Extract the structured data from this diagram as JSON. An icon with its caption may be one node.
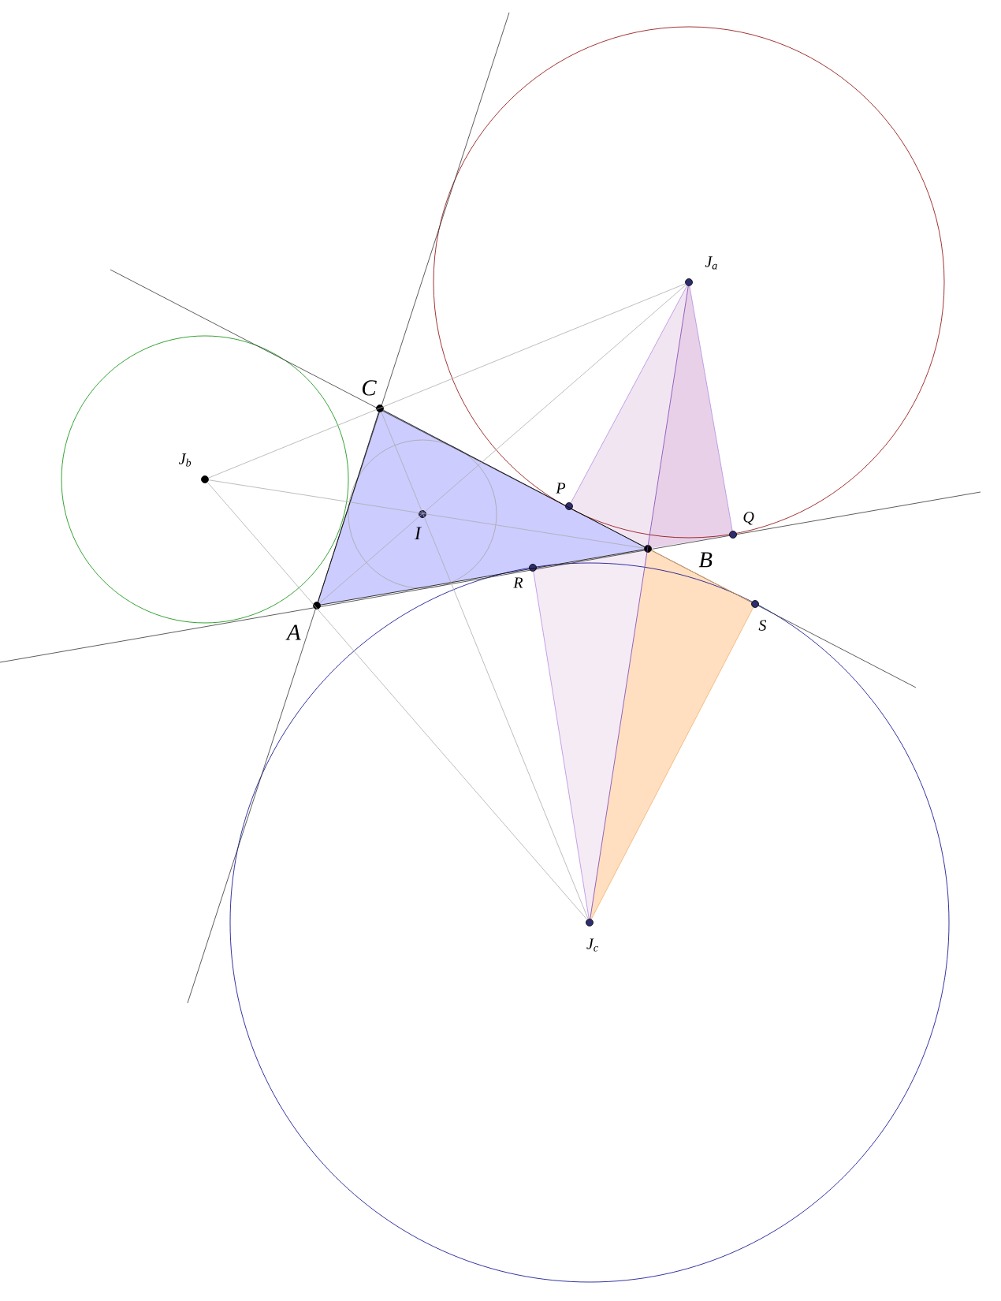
{
  "diagram": {
    "nodes": [
      {
        "text": [
          "A"
        ]
      },
      {
        "text": [
          "B"
        ]
      },
      {
        "text": [
          "C"
        ]
      },
      {
        "text": [
          "I"
        ]
      },
      {
        "text": [
          "J$_{a}$"
        ]
      },
      {
        "text": [
          "J$_{b}$"
        ]
      },
      {
        "text": [
          "J$_{c}$"
        ]
      },
      {
        "text": [
          "P"
        ]
      },
      {
        "text": [
          "Q"
        ]
      },
      {
        "text": [
          "R"
        ]
      },
      {
        "text": [
          "S"
        ]
      }
    ],
    "edges": [
      {
        "from": 0,
        "to": 1,
        "arrow": "none",
        "color": "#000000"
      },
      {
        "from": 1,
        "to": 2,
        "arrow": "none",
        "color": "#000000"
      },
      {
        "from": 2,
        "to": 0,
        "arrow": "none",
        "color": "#000000"
      },
      {
        "from": 5,
        "to": 4,
        "arrow": "none"
      },
      {
        "from": 5,
        "to": 1,
        "arrow": "none"
      },
      {
        "from": 5,
        "to": 6,
        "arrow": "none"
      },
      {
        "from": 0,
        "to": 4,
        "arrow": "none"
      },
      {
        "from": 2,
        "to": 6,
        "arrow": "none"
      },
      {
        "from": 4,
        "to": 6,
        "arrow": "none",
        "color": "#7a3fb0"
      },
      {
        "from": 4,
        "to": 7,
        "arrow": "none",
        "color": "#b48be0"
      },
      {
        "from": 4,
        "to": 8,
        "arrow": "none",
        "color": "#b48be0"
      },
      {
        "from": 6,
        "to": 9,
        "arrow": "none",
        "color": "#b48be0"
      },
      {
        "from": 6,
        "to": 10,
        "arrow": "none",
        "color": "#f0b070"
      },
      {
        "from": 1,
        "to": 10,
        "arrow": "none",
        "color": "#f0b070"
      }
    ]
  }
}
